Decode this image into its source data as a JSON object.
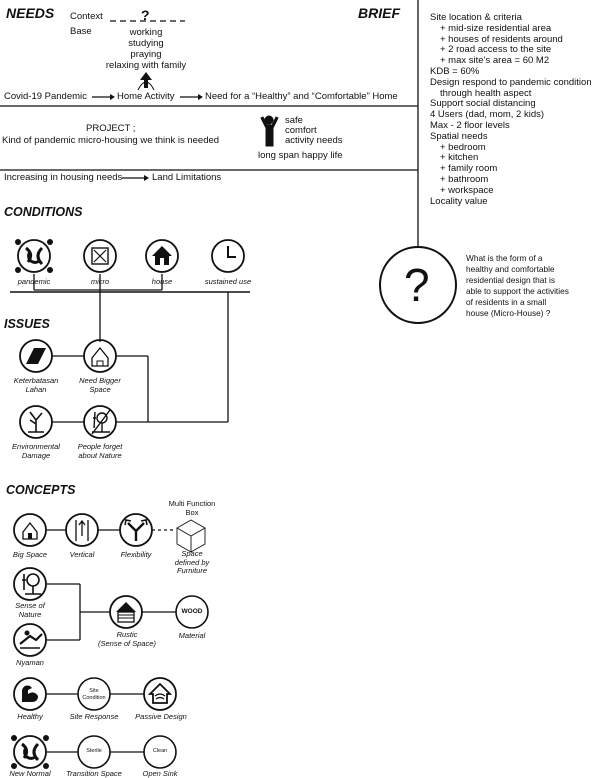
{
  "headers": {
    "needs": "NEEDS",
    "brief": "BRIEF",
    "conditions": "CONDITIONS",
    "issues": "ISSUES",
    "concepts": "CONCEPTS"
  },
  "needs": {
    "context": "Context",
    "question_mark": "?",
    "base": "Base",
    "activities": [
      "working",
      "studying",
      "praying",
      "relaxing with family"
    ],
    "flow": [
      "Covid-19 Pandemic",
      "Home Activity",
      "Need for a “Healthy” and “Comfortable” Home"
    ],
    "project_title": "PROJECT ;",
    "project_desc": "Kind of pandemic micro-housing we think is needed",
    "person_notes": [
      "safe",
      "comfort",
      "activity needs"
    ],
    "long_span": "long span happy life",
    "housing_flow": [
      "Increasing in housing needs",
      "Land Limitations"
    ]
  },
  "brief": {
    "lines": [
      "Site location & criteria",
      "+ mid-size residential area",
      "+ houses of residents around",
      "+ 2 road access to the site",
      "+ max site’s area = 60 M2",
      "KDB = 60%",
      "Design respond to pandemic condition",
      "through health aspect",
      "Support social distancing",
      "4 Users (dad, mom, 2 kids)",
      "Max - 2 floor levels",
      "Spatial needs",
      "+ bedroom",
      "+ kitchen",
      "+ family room",
      "+ bathroom",
      "+ workspace",
      "Locality value"
    ],
    "question_symbol": "?",
    "question": [
      "What is the form of a",
      "healthy and comfortable",
      "residential design that is",
      "able to support the activities",
      "of residents in a small",
      "house (Micro-House) ?"
    ]
  },
  "conditions": [
    "pandemic",
    "micro",
    "house",
    "sustained use"
  ],
  "issues": [
    [
      "Keterbatasan",
      "Lahan"
    ],
    [
      "Need Bigger",
      "Space"
    ],
    [
      "Environmental",
      "Damage"
    ],
    [
      "People forget",
      "about Nature"
    ]
  ],
  "concepts": {
    "row1": [
      "Big Space",
      "Vertical",
      "Flexibility"
    ],
    "multi_function": [
      "Multi Function",
      "Box"
    ],
    "space_defined": [
      "Space",
      "defined by",
      "Furniture"
    ],
    "sense_of_nature": [
      "Sense of",
      "Nature"
    ],
    "nyaman": "Nyaman",
    "rustic": [
      "Rustic",
      "(Sense of Space)"
    ],
    "wood": "WOOD",
    "material": "Material",
    "healthy": "Healthy",
    "site_condition": [
      "Site",
      "Condition"
    ],
    "site_response": "Site Response",
    "passive_design": "Passive Design",
    "new_normal": "New Normal",
    "sterile": "Sterile",
    "transition_space": "Transition Space",
    "clean": "Clean",
    "open_sink": "Open Sink"
  },
  "colors": {
    "ink": "#111111",
    "background": "#ffffff"
  }
}
